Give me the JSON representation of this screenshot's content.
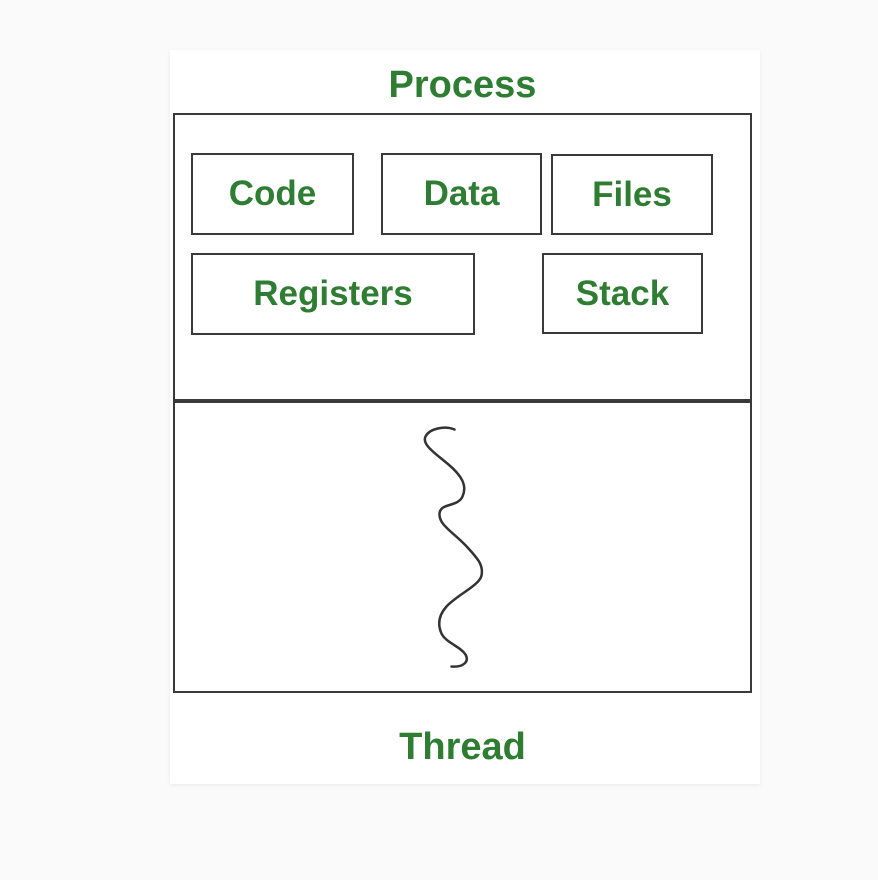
{
  "diagram": {
    "title": "Process",
    "footer_label": "Thread",
    "boxes": [
      {
        "label": "Code"
      },
      {
        "label": "Data"
      },
      {
        "label": "Files"
      },
      {
        "label": "Registers"
      },
      {
        "label": "Stack"
      }
    ],
    "icons": {
      "thread_squiggle": "thread-squiggle-icon"
    },
    "colors": {
      "label_green": "#2E7D32",
      "border_dark": "#3a3a3a",
      "squiggle_stroke": "#333333",
      "card_bg": "#ffffff",
      "page_bg": "#fafafa"
    }
  }
}
